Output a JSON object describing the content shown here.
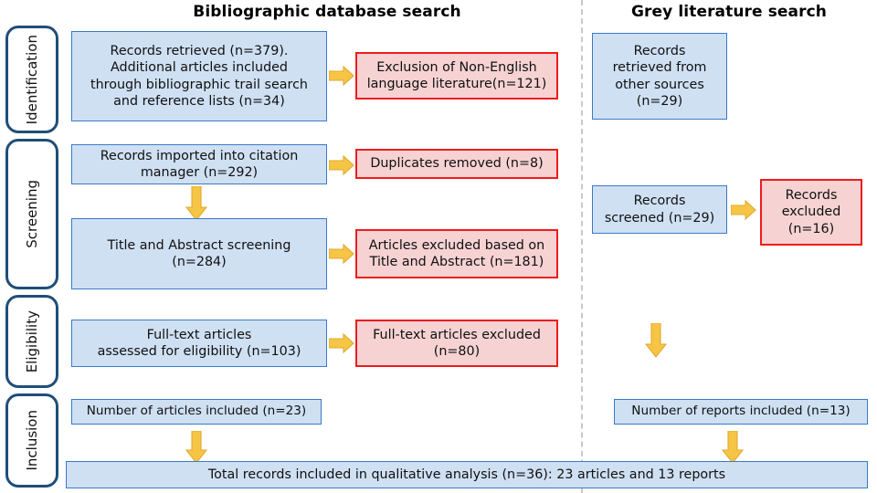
{
  "diagram": {
    "type": "prisma-flow-diagram",
    "columns": [
      {
        "id": "bibliographic",
        "title": "Bibliographic database search"
      },
      {
        "id": "grey",
        "title": "Grey literature search"
      }
    ],
    "stages": [
      {
        "id": "identification",
        "label": "Identification"
      },
      {
        "id": "screening",
        "label": "Screening"
      },
      {
        "id": "eligibility",
        "label": "Eligibility"
      },
      {
        "id": "inclusion",
        "label": "Inclusion"
      }
    ],
    "colors": {
      "include_fill": "#cfe0f3",
      "include_border": "#3a7ac8",
      "exclude_fill": "#f6d2d3",
      "exclude_border": "#ee1c1c",
      "stage_border": "#1f4e79",
      "arrow_fill": "#f7c545",
      "arrow_border": "#e0a92c",
      "divider": "#c9c9c9"
    },
    "nodes": {
      "records_retrieved": "Records retrieved (n=379).\nAdditional articles included\nthrough bibliographic trail search\nand reference lists (n=34)",
      "exclusion_non_english": "Exclusion of Non-English\nlanguage literature(n=121)",
      "grey_retrieved": "Records\nretrieved from\nother sources\n(n=29)",
      "records_imported": "Records imported into citation\nmanager (n=292)",
      "duplicates_removed": "Duplicates removed (n=8)",
      "title_abstract_screening": "Title and Abstract screening\n(n=284)",
      "articles_excluded_title_abstract": "Articles excluded based on\nTitle and Abstract (n=181)",
      "grey_screened": "Records\nscreened (n=29)",
      "grey_excluded": "Records\nexcluded\n(n=16)",
      "fulltext_assessed": "Full-text articles\nassessed for eligibility (n=103)",
      "fulltext_excluded": "Full-text articles excluded\n(n=80)",
      "articles_included": "Number of articles included (n=23)",
      "reports_included": "Number of reports included  (n=13)",
      "total_included": "Total records included in qualitative analysis (n=36): 23 articles and 13 reports"
    },
    "counts": {
      "records_retrieved": 379,
      "additional_articles": 34,
      "non_english_excluded": 121,
      "grey_retrieved": 29,
      "records_imported": 292,
      "duplicates_removed": 8,
      "title_abstract_screened": 284,
      "title_abstract_excluded": 181,
      "grey_screened": 29,
      "grey_excluded": 16,
      "fulltext_assessed": 103,
      "fulltext_excluded": 80,
      "articles_included": 23,
      "reports_included": 13,
      "total_included": 36
    }
  }
}
